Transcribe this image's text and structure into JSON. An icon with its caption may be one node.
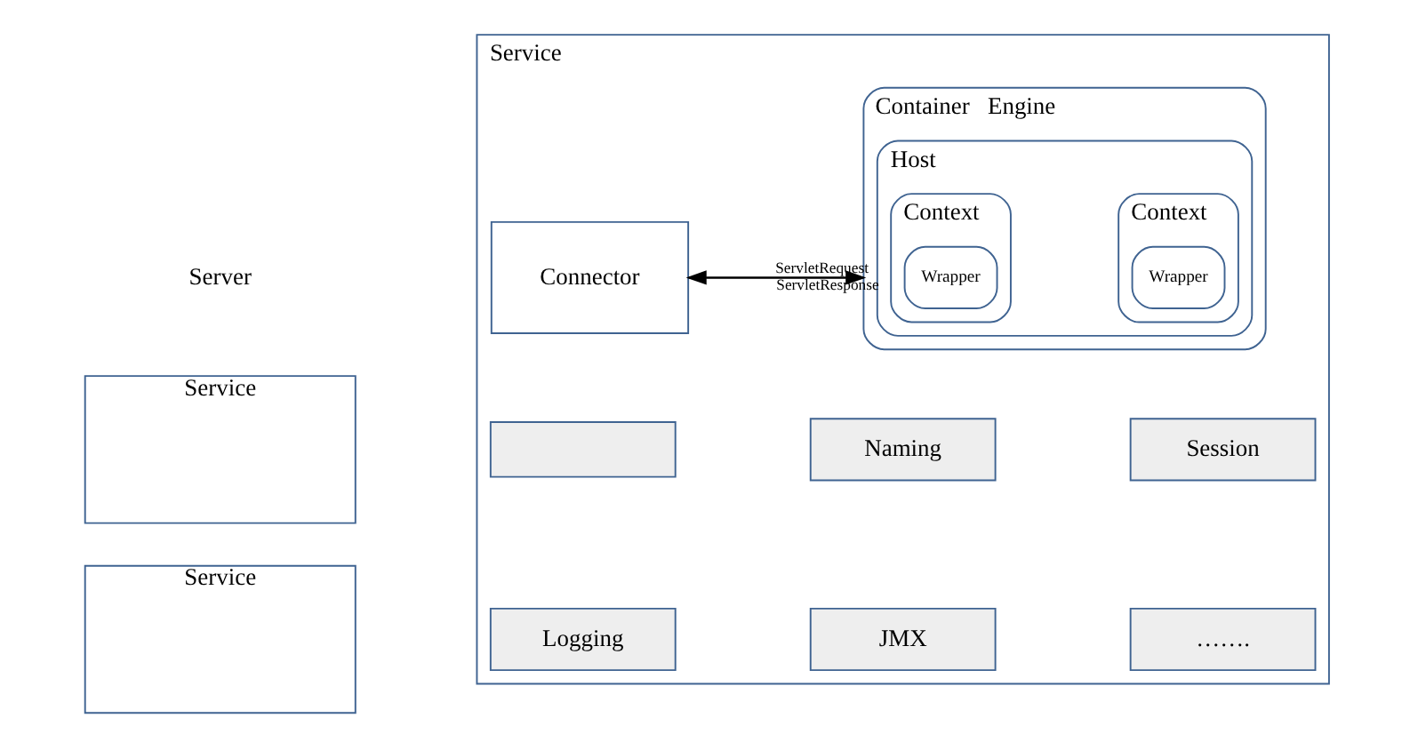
{
  "diagram": {
    "nodes": [
      {
        "text": [
          "Service"
        ]
      },
      {
        "text": [
          "Service"
        ]
      },
      {
        "text": [
          "Service"
        ]
      },
      {
        "text": [
          "Connector"
        ],
        "in": 2
      },
      {
        "text": [
          "Container   Engine"
        ],
        "in": 2
      },
      {
        "text": [
          "Host"
        ],
        "in": 4
      },
      {
        "text": [
          "Context"
        ],
        "in": 5
      },
      {
        "text": [
          "Wrapper"
        ],
        "in": 6
      },
      {
        "text": [
          "Context"
        ],
        "in": 5
      },
      {
        "text": [
          "Wrapper"
        ],
        "in": 8
      },
      {
        "text": [],
        "shape": "box",
        "in": 2
      },
      {
        "text": [
          "Naming"
        ],
        "in": 2
      },
      {
        "text": [
          "Session"
        ],
        "in": 2
      },
      {
        "text": [
          "Logging"
        ],
        "in": 2
      },
      {
        "text": [
          "JMX"
        ],
        "in": 2
      },
      {
        "text": [
          "……."
        ],
        "in": 2
      }
    ],
    "edges": [
      {
        "from": 3,
        "to": 4,
        "arrow": "to",
        "label": "ServletRequest"
      },
      {
        "from": 4,
        "to": 3,
        "arrow": "to",
        "label": "ServletResponse"
      }
    ],
    "labels": [
      "Server"
    ]
  }
}
